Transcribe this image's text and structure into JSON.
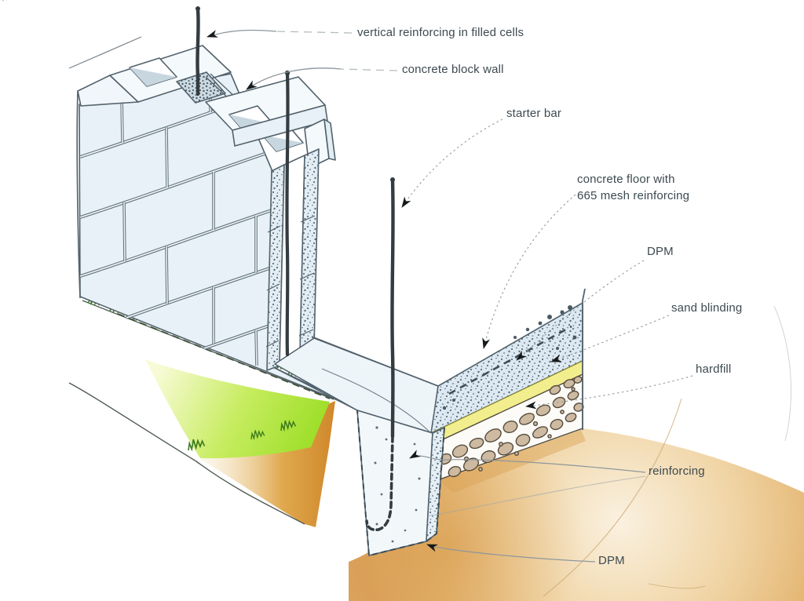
{
  "diagram": {
    "kind": "construction-detail-illustration",
    "subject": "concrete block wall on footing with floor slab and ground layers",
    "labels": [
      {
        "id": "vertical-reinforcing",
        "text": "vertical reinforcing in filled cells"
      },
      {
        "id": "concrete-block-wall",
        "text": "concrete block wall"
      },
      {
        "id": "starter-bar",
        "text": "starter bar"
      },
      {
        "id": "concrete-floor",
        "text": "concrete floor with 665 mesh reinforcing",
        "line1": "concrete floor with",
        "line2": "665 mesh reinforcing"
      },
      {
        "id": "dpm-upper",
        "text": "DPM"
      },
      {
        "id": "sand-blinding",
        "text": "sand blinding"
      },
      {
        "id": "hardfill",
        "text": "hardfill"
      },
      {
        "id": "reinforcing",
        "text": "reinforcing"
      },
      {
        "id": "dpm-lower",
        "text": "DPM"
      }
    ],
    "colors": {
      "block_face": "#e8f1f7",
      "block_top": "#f4f9fc",
      "cut_section": "#e3edf4",
      "line_work": "#52626c",
      "rebar": "#333c41",
      "sand_blinding_yellow": "#f2ee8e",
      "hardfill_stone": "#cdbaa1",
      "soil_orange": "#dca45f",
      "grass_green": "#9fdf2b",
      "label_text": "#3d4a50",
      "arrow": "#16191b"
    }
  }
}
